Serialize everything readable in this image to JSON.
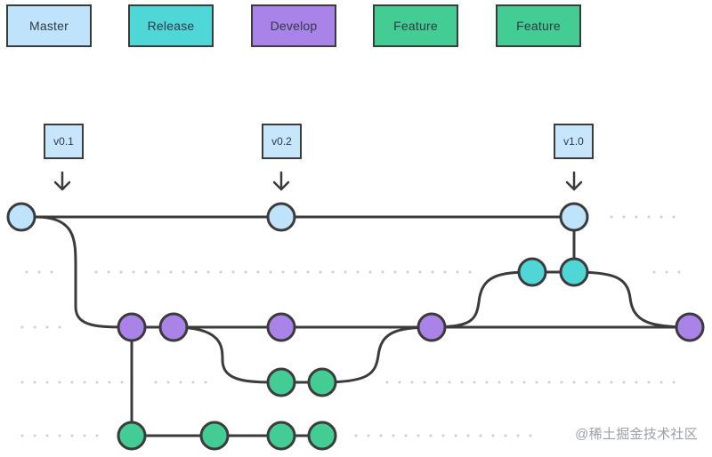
{
  "legend": {
    "items": [
      {
        "label": "Master",
        "color": "#bfe3fb"
      },
      {
        "label": "Release",
        "color": "#4fd6d6"
      },
      {
        "label": "Develop",
        "color": "#a983e8"
      },
      {
        "label": "Feature",
        "color": "#43cc94"
      },
      {
        "label": "Feature",
        "color": "#43cc94"
      }
    ]
  },
  "tags": {
    "v01": "v0.1",
    "v02": "v0.2",
    "v10": "v1.0"
  },
  "colors": {
    "master": "#bfe3fb",
    "release": "#4fd6d6",
    "develop": "#a983e8",
    "feature": "#43cc94",
    "line": "#3b3b3b",
    "dots": "#cfcfcf"
  },
  "watermark": "@稀土掘金技术社区"
}
